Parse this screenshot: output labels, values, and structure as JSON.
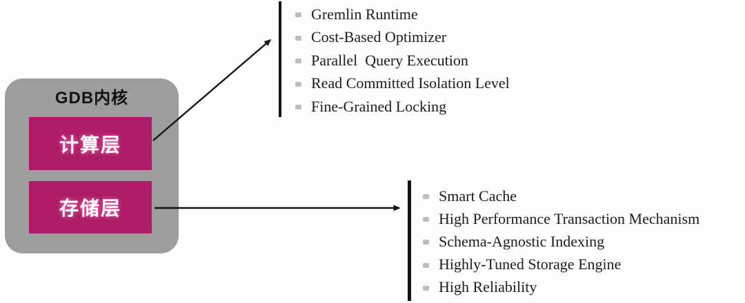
{
  "kernel": {
    "title": "GDB内核",
    "layers": [
      {
        "label": "计算层"
      },
      {
        "label": "存储层"
      }
    ]
  },
  "compute_features": [
    "Gremlin Runtime",
    "Cost-Based Optimizer",
    "Parallel  Query Execution",
    "Read Committed Isolation Level",
    "Fine-Grained Locking"
  ],
  "storage_features": [
    "Smart Cache",
    "High Performance Transaction Mechanism",
    "Schema-Agnostic Indexing",
    "Highly-Tuned Storage Engine",
    "High Reliability"
  ],
  "colors": {
    "layer_box": "#ad1b69",
    "kernel_box": "#9d9d9d",
    "arrow": "#141414",
    "bullet": "#b9bfbc",
    "text": "#1c1c1c"
  }
}
